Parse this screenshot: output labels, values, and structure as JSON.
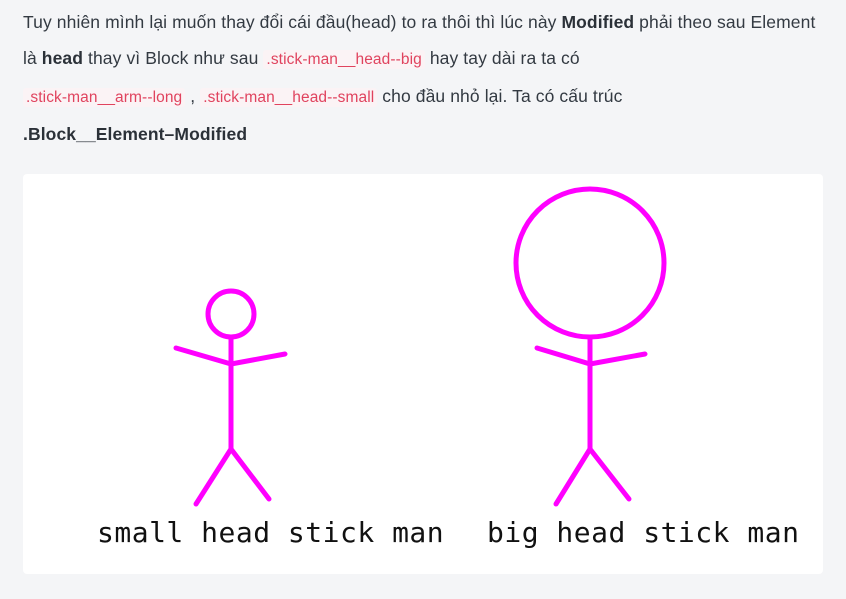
{
  "article": {
    "p1_a": "Tuy nhiên mình lại muốn thay đổi cái đầu(head) to ra thôi thì lúc này ",
    "p1_b": "Modified",
    "p1_c": " phải theo sau Element là ",
    "p1_d": "head",
    "p1_e": " thay vì Block như sau ",
    "code1": ".stick-man__head--big",
    "p1_f": " hay tay dài ra ta có ",
    "code2": ".stick-man__arm--long",
    "p1_g": " , ",
    "code3": ".stick-man__head--small",
    "p1_h": " cho đầu nhỏ lại. Ta có cấu trúc",
    "structure": ".Block__Element–Modified"
  },
  "figure": {
    "stroke_color": "#ff00ff",
    "left_caption": "small head stick man",
    "right_caption": "big head stick man"
  }
}
